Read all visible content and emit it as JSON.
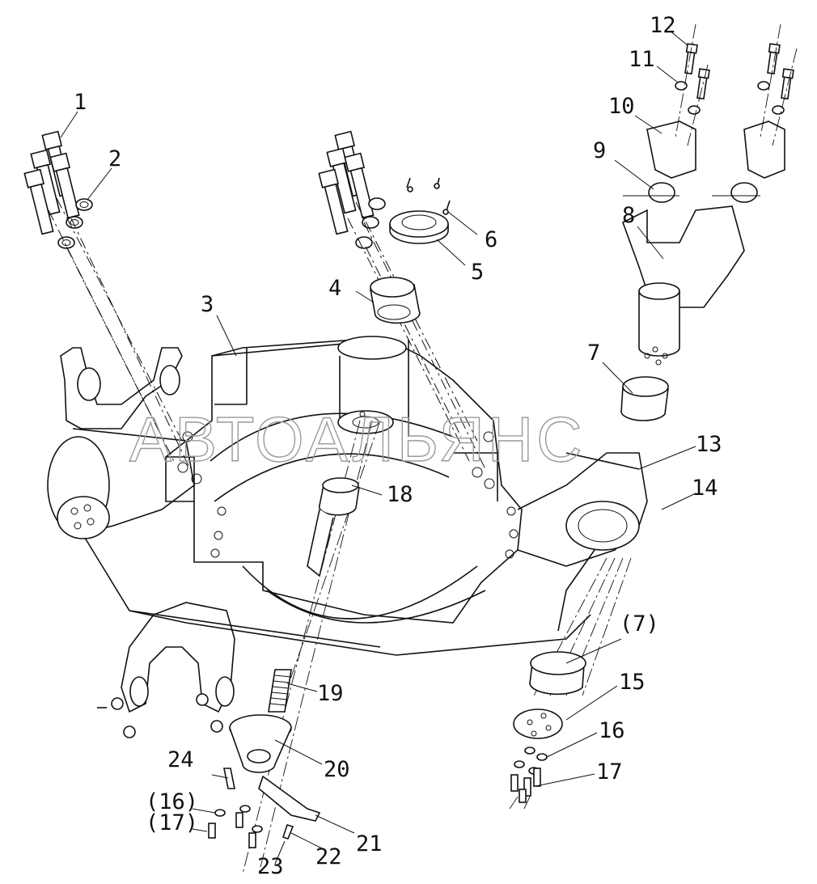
{
  "watermark": "АВТОАЛЬЯНС",
  "callouts": {
    "c1": "1",
    "c2": "2",
    "c3": "3",
    "c4": "4",
    "c5": "5",
    "c6": "6",
    "c7": "7",
    "c8": "8",
    "c9": "9",
    "c10": "10",
    "c11": "11",
    "c12": "12",
    "c13": "13",
    "c14": "14",
    "c15": "15",
    "c16": "16",
    "c17": "17",
    "c18": "18",
    "c19": "19",
    "c20": "20",
    "c21": "21",
    "c22": "22",
    "c23": "23",
    "c24": "24",
    "c7b": "(7)",
    "c16b": "(16)",
    "c17b": "(17)"
  }
}
